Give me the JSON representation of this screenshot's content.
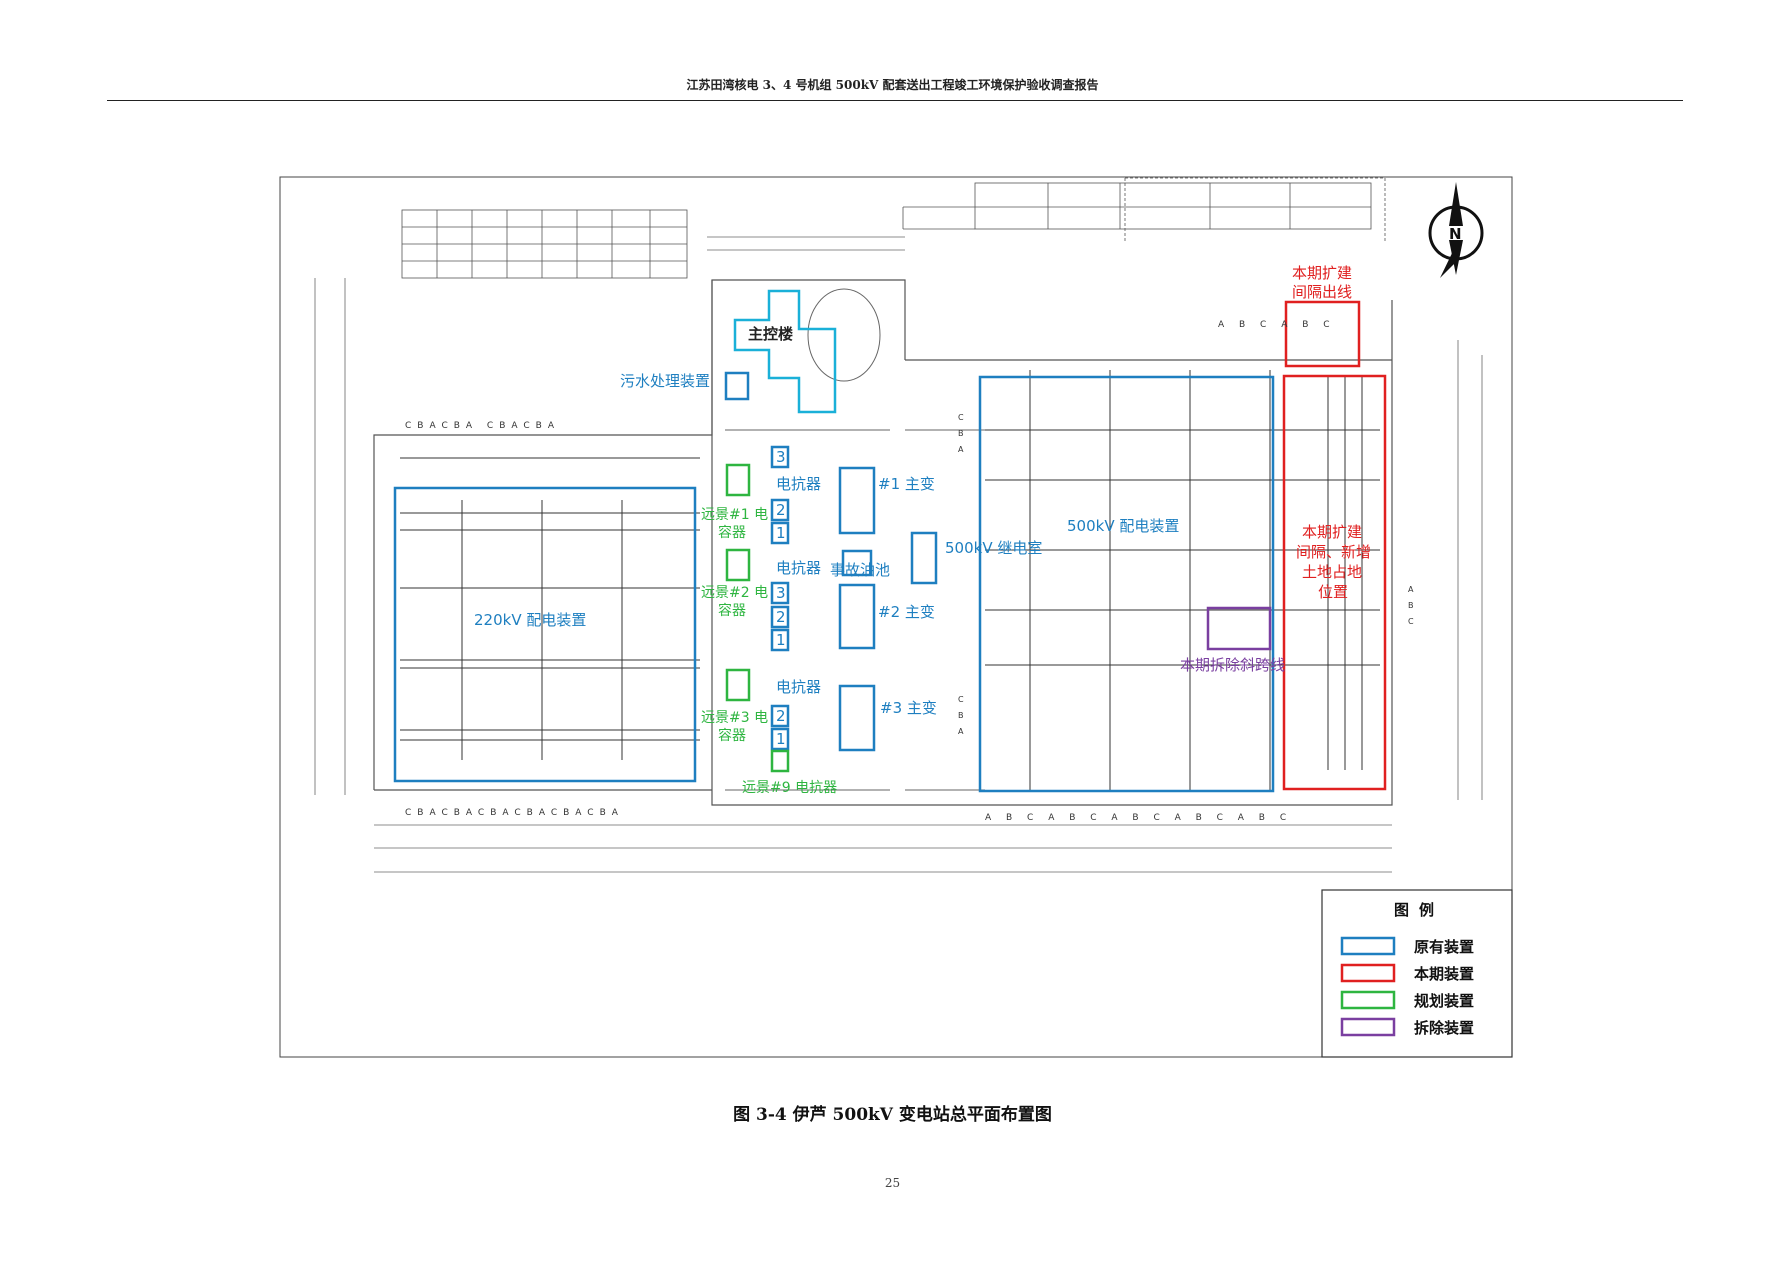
{
  "header": {
    "title": "江苏田湾核电 3、4 号机组 500kV 配套送出工程竣工环境保护验收调查报告"
  },
  "caption": "图 3-4   伊芦 500kV 变电站总平面布置图",
  "page_number": "25",
  "compass": {
    "label": "N"
  },
  "drawing": {
    "labels": {
      "main_control": "主控楼",
      "sewage": "污水处理装置",
      "yard_220": "220kV 配电装置",
      "yard_500": "500kV 配电装置",
      "relay_500": "500kV 继电室",
      "reactor_a": "电抗器",
      "reactor_b": "电抗器",
      "reactor_c": "电抗器",
      "accident_pool": "事故油池",
      "t1": "#1 主变",
      "t2": "#2 主变",
      "t3": "#3 主变",
      "cap1": [
        "远景#1 电",
        "容器"
      ],
      "cap2": [
        "远景#2 电",
        "容器"
      ],
      "cap3": [
        "远景#3 电",
        "容器"
      ],
      "reactor9": "远景#9 电抗器",
      "exp_bay": [
        "本期扩建",
        "间隔出线"
      ],
      "exp_area": [
        "本期扩建",
        "间隔、新增",
        "土地占地",
        "位置"
      ],
      "demolish": "本期拆除斜跨线",
      "n3": "3",
      "n2": "2",
      "n1": "1",
      "m3": "3",
      "m2": "2",
      "m1": "1",
      "p2": "2",
      "p1": "1"
    },
    "phases": {
      "top_220": "CBACBA      CBACBA",
      "top_500": "A B C       A B C",
      "bottom_220": "CBACBACBACBACBACBA",
      "bottom_500": "A B C   A B C   A B C   A B C   A B C",
      "left_500": [
        "C",
        "B",
        "A"
      ],
      "left_500b": [
        "C",
        "B",
        "A"
      ],
      "right_500": [
        "A",
        "B",
        "C"
      ]
    }
  },
  "legend": {
    "title": "图例",
    "items": [
      {
        "label": "原有装置",
        "color": "#1e7fc0"
      },
      {
        "label": "本期装置",
        "color": "#e02020"
      },
      {
        "label": "规划装置",
        "color": "#2eb540"
      },
      {
        "label": "拆除装置",
        "color": "#7a3fa0"
      }
    ]
  }
}
